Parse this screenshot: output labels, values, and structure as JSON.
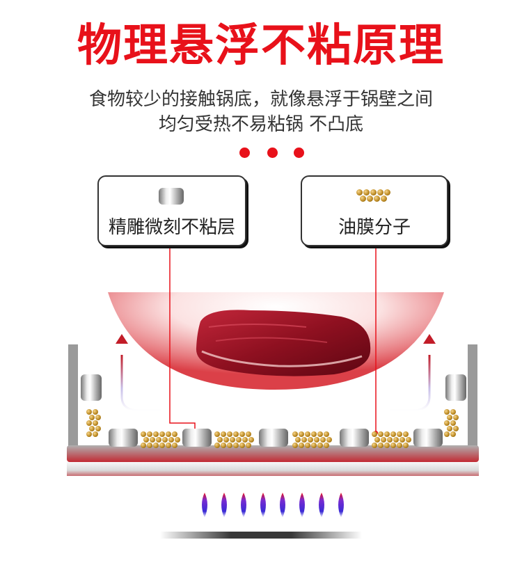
{
  "title": "物理悬浮不粘原理",
  "subtitle_line1": "食物较少的接触锅底，就像悬浮于锅壁之间",
  "subtitle_line2": "均匀受热不易粘锅 不凸底",
  "boxes": {
    "left_label": "精雕微刻不粘层",
    "right_label": "油膜分子"
  },
  "colors": {
    "accent": "#e8111a",
    "text": "#333333",
    "flame_blue": "#3a2bd6",
    "flame_red": "#e8111a"
  }
}
